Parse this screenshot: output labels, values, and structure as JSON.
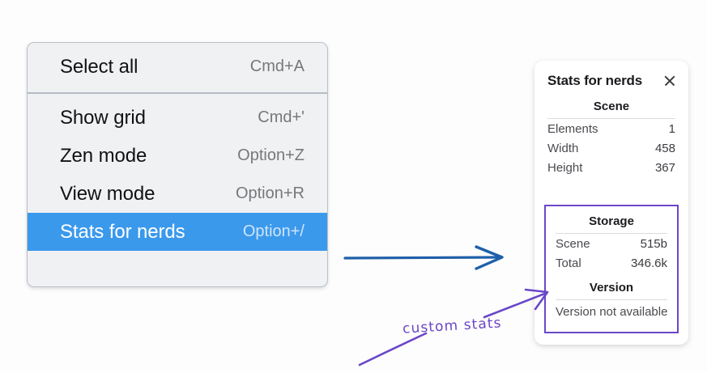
{
  "context_menu": {
    "groups": [
      {
        "items": [
          {
            "label": "Select all",
            "shortcut": "Cmd+A",
            "selected": false
          }
        ]
      },
      {
        "items": [
          {
            "label": "Show grid",
            "shortcut": "Cmd+'",
            "selected": false
          },
          {
            "label": "Zen mode",
            "shortcut": "Option+Z",
            "selected": false
          },
          {
            "label": "View mode",
            "shortcut": "Option+R",
            "selected": false
          },
          {
            "label": "Stats for nerds",
            "shortcut": "Option+/",
            "selected": true
          }
        ]
      }
    ],
    "highlight_color": "#3b99ec"
  },
  "stats_panel": {
    "title": "Stats for nerds",
    "close_icon": "close-icon",
    "sections": [
      {
        "title": "Scene",
        "rows": [
          {
            "label": "Elements",
            "value": "1"
          },
          {
            "label": "Width",
            "value": "458"
          },
          {
            "label": "Height",
            "value": "367"
          }
        ]
      },
      {
        "title": "Storage",
        "rows": [
          {
            "label": "Scene",
            "value": "515b"
          },
          {
            "label": "Total",
            "value": "346.6k"
          }
        ]
      },
      {
        "title": "Version",
        "note": "Version not available"
      }
    ]
  },
  "annotations": {
    "handwriting_label": "custom stats",
    "blue_arrow_color": "#1f5fa9",
    "purple_color": "#6a47c8"
  }
}
